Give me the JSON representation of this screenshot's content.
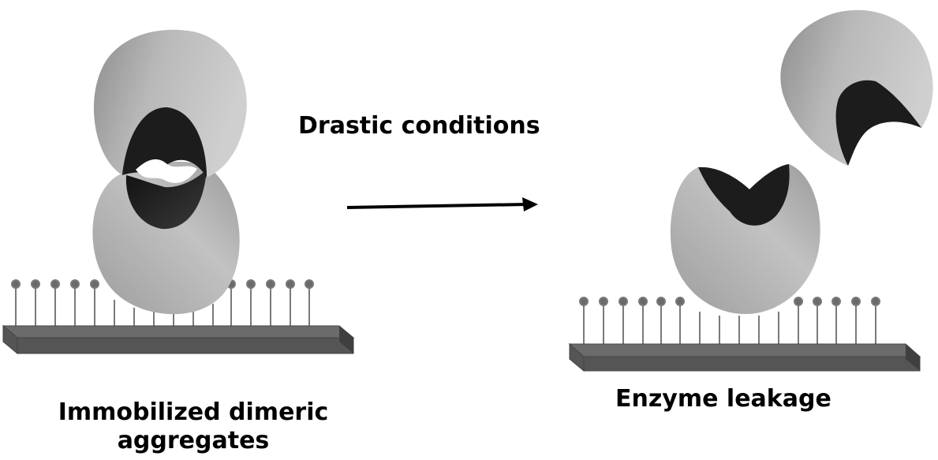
{
  "labels": {
    "arrow_condition": "Drastic conditions",
    "left_line1": "Immobilized  dimeric",
    "left_line2": "aggregates",
    "right": "Enzyme leakage"
  },
  "colors": {
    "background": "#ffffff",
    "support_top": "#6b6b6b",
    "support_front": "#555555",
    "support_side": "#3f3f3f",
    "linker": "#7a7a7a",
    "linker_head": "#6a6a6a",
    "enzyme_light": "#c4c4c4",
    "enzyme_mid": "#9a9a9a",
    "enzyme_dark": "#1c1c1c",
    "arrow": "#000000",
    "text": "#000000"
  }
}
